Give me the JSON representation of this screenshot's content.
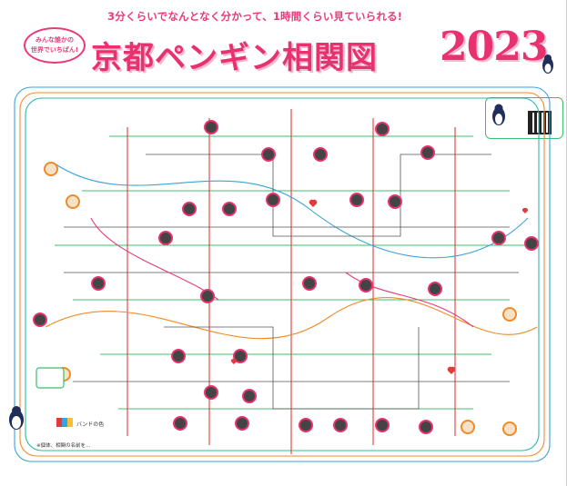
{
  "header": {
    "tagline": "3分くらいでなんとなく分かって、1時間くらい見ていられる!",
    "bubble_line1": "みんな誰かの",
    "bubble_line2": "世界でいちばん!",
    "title": "京都ペンギン相関図",
    "year": "2023"
  },
  "legend": {
    "colony_label": "バンドの色",
    "note": "※個体、相関の名前を..."
  },
  "colors": {
    "brand_pink": "#e8326e",
    "line_green": "#3cbf6a",
    "line_orange": "#f08a2a",
    "line_blue": "#3aa3d9",
    "line_red": "#e23b3b",
    "line_teal": "#2fb7a6",
    "line_gray": "#555555"
  }
}
